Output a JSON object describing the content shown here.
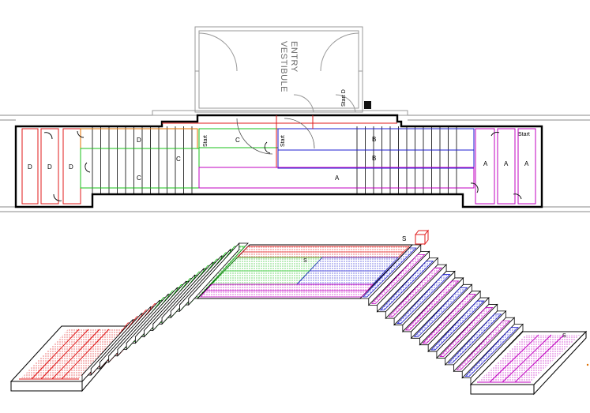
{
  "plan": {
    "vestibule_line1": "ENTRY",
    "vestibule_line2": "VESTIBULE",
    "start_d": "Start D",
    "start_c": "Start",
    "start_b": "Start",
    "start_a": "Start",
    "zone_d": "D",
    "zone_c": "C",
    "zone_b": "B",
    "zone_a": "A"
  },
  "iso": {
    "start_marker": "S",
    "green_marker": "S",
    "pink_marker": "S"
  },
  "colors": {
    "zone_a": "#c000c0",
    "zone_b": "#1f1fd0",
    "zone_c": "#18c018",
    "zone_d": "#e01818",
    "orange": "#e07000"
  }
}
